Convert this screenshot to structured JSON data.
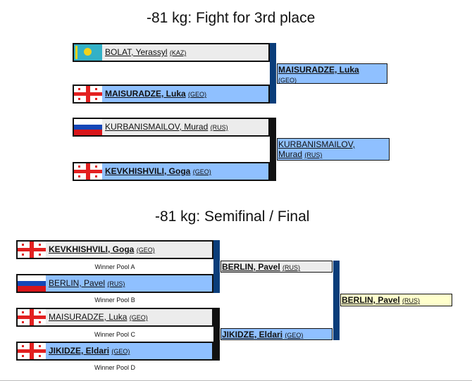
{
  "third_place": {
    "title": "-81 kg: Fight for 3rd place",
    "slots": [
      {
        "name": "BOLAT, Yerassyl",
        "country": "(KAZ)",
        "flag": "kaz"
      },
      {
        "name": "MAISURADZE, Luka",
        "country": "(GEO)",
        "flag": "geo"
      },
      {
        "name": "KURBANISMAILOV, Murad",
        "country": "(RUS)",
        "flag": "rus"
      },
      {
        "name": "KEVKHISHVILI, Goga",
        "country": "(GEO)",
        "flag": "geo"
      }
    ],
    "results": [
      {
        "name": "MAISURADZE, Luka",
        "country": "(GEO)"
      },
      {
        "name": "KURBANISMAILOV,",
        "name2": "Murad",
        "country": "(RUS)"
      }
    ]
  },
  "semifinal": {
    "title": "-81 kg: Semifinal / Final",
    "slots": [
      {
        "name": "KEVKHISHVILI, Goga",
        "country": "(GEO)",
        "flag": "geo",
        "pool": "Winner Pool A"
      },
      {
        "name": "BERLIN, Pavel",
        "country": "(RUS)",
        "flag": "rus",
        "pool": "Winner Pool B"
      },
      {
        "name": "MAISURADZE, Luka",
        "country": "(GEO)",
        "flag": "geo",
        "pool": "Winner Pool C"
      },
      {
        "name": "JIKIDZE, Eldari",
        "country": "(GEO)",
        "flag": "geo",
        "pool": "Winner Pool D"
      }
    ],
    "semis": [
      {
        "name": "BERLIN, Pavel",
        "country": "(RUS)"
      },
      {
        "name": "JIKIDZE, Eldari",
        "country": "(GEO)"
      }
    ],
    "final": {
      "name": "BERLIN, Pavel",
      "country": "(RUS)"
    }
  },
  "colors": {
    "winner_bg": "#8fc0ff",
    "loser_bg": "#ececec",
    "final_bg": "#ffffcc",
    "connector_navy": "#0a3d7a"
  }
}
